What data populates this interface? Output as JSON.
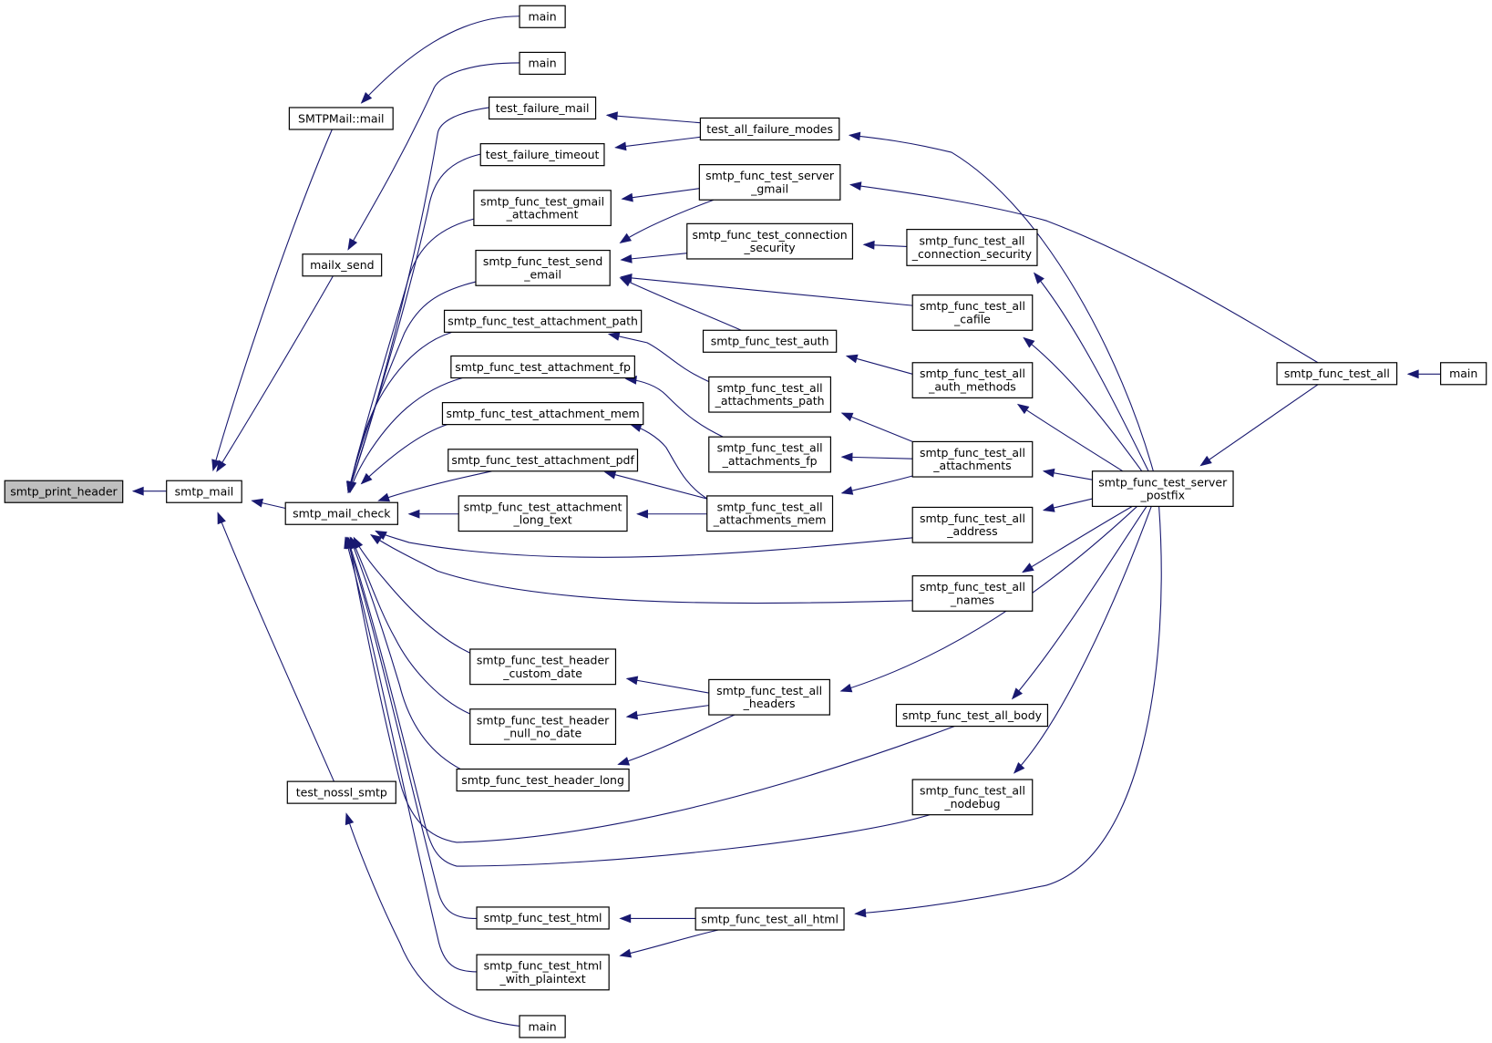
{
  "diagram": {
    "type": "call-graph",
    "colors": {
      "edge": "#191970",
      "highlight_fill": "#bfbfbf",
      "node_fill": "#ffffff",
      "node_border": "#000000"
    },
    "nodes": [
      {
        "id": "smtp_print_header",
        "lines": [
          "smtp_print_header"
        ],
        "highlight": true
      },
      {
        "id": "smtp_mail",
        "lines": [
          "smtp_mail"
        ]
      },
      {
        "id": "SMTPMail_mail",
        "lines": [
          "SMTPMail::mail"
        ]
      },
      {
        "id": "mailx_send",
        "lines": [
          "mailx_send"
        ]
      },
      {
        "id": "test_nossl_smtp",
        "lines": [
          "test_nossl_smtp"
        ]
      },
      {
        "id": "smtp_mail_check",
        "lines": [
          "smtp_mail_check"
        ]
      },
      {
        "id": "main1",
        "lines": [
          "main"
        ]
      },
      {
        "id": "main2",
        "lines": [
          "main"
        ]
      },
      {
        "id": "main3",
        "lines": [
          "main"
        ]
      },
      {
        "id": "test_failure_mail",
        "lines": [
          "test_failure_mail"
        ]
      },
      {
        "id": "test_failure_timeout",
        "lines": [
          "test_failure_timeout"
        ]
      },
      {
        "id": "smtp_func_test_gmail_attachment",
        "lines": [
          "smtp_func_test_gmail",
          "_attachment"
        ]
      },
      {
        "id": "smtp_func_test_send_email",
        "lines": [
          "smtp_func_test_send",
          "_email"
        ]
      },
      {
        "id": "smtp_func_test_attachment_path",
        "lines": [
          "smtp_func_test_attachment_path"
        ]
      },
      {
        "id": "smtp_func_test_attachment_fp",
        "lines": [
          "smtp_func_test_attachment_fp"
        ]
      },
      {
        "id": "smtp_func_test_attachment_mem",
        "lines": [
          "smtp_func_test_attachment_mem"
        ]
      },
      {
        "id": "smtp_func_test_attachment_pdf",
        "lines": [
          "smtp_func_test_attachment_pdf"
        ]
      },
      {
        "id": "smtp_func_test_attachment_long_text",
        "lines": [
          "smtp_func_test_attachment",
          "_long_text"
        ]
      },
      {
        "id": "smtp_func_test_header_custom_date",
        "lines": [
          "smtp_func_test_header",
          "_custom_date"
        ]
      },
      {
        "id": "smtp_func_test_header_null_no_date",
        "lines": [
          "smtp_func_test_header",
          "_null_no_date"
        ]
      },
      {
        "id": "smtp_func_test_header_long",
        "lines": [
          "smtp_func_test_header_long"
        ]
      },
      {
        "id": "smtp_func_test_html",
        "lines": [
          "smtp_func_test_html"
        ]
      },
      {
        "id": "smtp_func_test_html_with_plaintext",
        "lines": [
          "smtp_func_test_html",
          "_with_plaintext"
        ]
      },
      {
        "id": "test_all_failure_modes",
        "lines": [
          "test_all_failure_modes"
        ]
      },
      {
        "id": "smtp_func_test_server_gmail",
        "lines": [
          "smtp_func_test_server",
          "_gmail"
        ]
      },
      {
        "id": "smtp_func_test_connection_security",
        "lines": [
          "smtp_func_test_connection",
          "_security"
        ]
      },
      {
        "id": "smtp_func_test_auth",
        "lines": [
          "smtp_func_test_auth"
        ]
      },
      {
        "id": "smtp_func_test_all_attachments_path",
        "lines": [
          "smtp_func_test_all",
          "_attachments_path"
        ]
      },
      {
        "id": "smtp_func_test_all_attachments_fp",
        "lines": [
          "smtp_func_test_all",
          "_attachments_fp"
        ]
      },
      {
        "id": "smtp_func_test_all_attachments_mem",
        "lines": [
          "smtp_func_test_all",
          "_attachments_mem"
        ]
      },
      {
        "id": "smtp_func_test_all_headers",
        "lines": [
          "smtp_func_test_all",
          "_headers"
        ]
      },
      {
        "id": "smtp_func_test_all_html",
        "lines": [
          "smtp_func_test_all_html"
        ]
      },
      {
        "id": "smtp_func_test_all_connection_security",
        "lines": [
          "smtp_func_test_all",
          "_connection_security"
        ]
      },
      {
        "id": "smtp_func_test_all_cafile",
        "lines": [
          "smtp_func_test_all",
          "_cafile"
        ]
      },
      {
        "id": "smtp_func_test_all_auth_methods",
        "lines": [
          "smtp_func_test_all",
          "_auth_methods"
        ]
      },
      {
        "id": "smtp_func_test_all_attachments",
        "lines": [
          "smtp_func_test_all",
          "_attachments"
        ]
      },
      {
        "id": "smtp_func_test_all_address",
        "lines": [
          "smtp_func_test_all",
          "_address"
        ]
      },
      {
        "id": "smtp_func_test_all_names",
        "lines": [
          "smtp_func_test_all",
          "_names"
        ]
      },
      {
        "id": "smtp_func_test_all_body",
        "lines": [
          "smtp_func_test_all_body"
        ]
      },
      {
        "id": "smtp_func_test_all_nodebug",
        "lines": [
          "smtp_func_test_all",
          "_nodebug"
        ]
      },
      {
        "id": "smtp_func_test_server_postfix",
        "lines": [
          "smtp_func_test_server",
          "_postfix"
        ]
      },
      {
        "id": "smtp_func_test_all",
        "lines": [
          "smtp_func_test_all"
        ]
      },
      {
        "id": "main4",
        "lines": [
          "main"
        ]
      }
    ]
  }
}
